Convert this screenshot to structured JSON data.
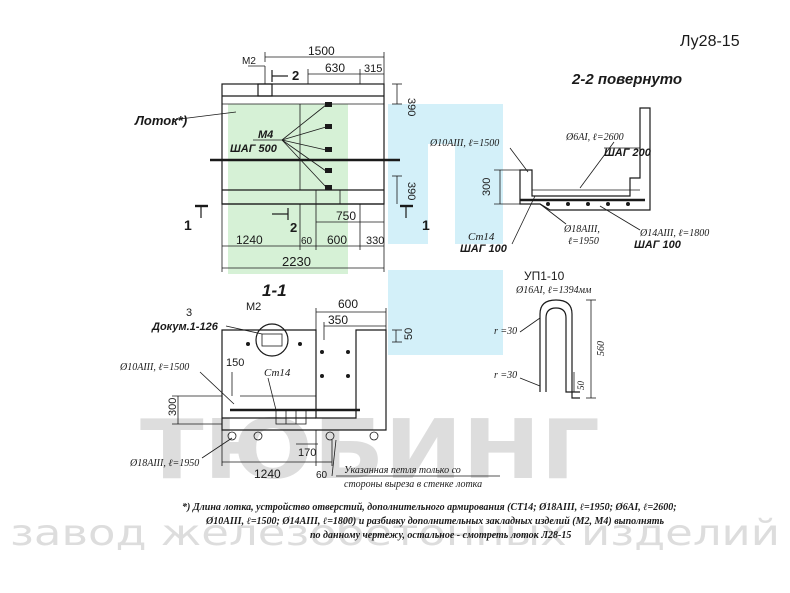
{
  "doc_code": "Лу28-15",
  "colors": {
    "ink": "#1a1a1a",
    "wm_green": "#c8ecc8",
    "wm_blue": "#c8ecf8",
    "wm_gray": "#d8d8d8"
  },
  "plan": {
    "label_m2": "М2",
    "label_m4": "М4",
    "label_step500": "ШАГ 500",
    "label_lotok": "Лоток*)",
    "dim_1500": "1500",
    "dim_630": "630",
    "dim_315": "315",
    "dim_390_top": "390",
    "dim_390_right": "390",
    "dim_750": "750",
    "dim_1240": "1240",
    "dim_60": "60",
    "dim_600": "600",
    "dim_330": "330",
    "dim_2230": "2230",
    "cut2_mark": "2",
    "cut1_mark": "1"
  },
  "section22": {
    "title": "2-2 повернуто",
    "bar_10": "Ø10АIII, ℓ=1500",
    "bar_6": "Ø6АI, ℓ=2600",
    "step_200": "ШАГ 200",
    "dim_300": "300",
    "bar_18": "Ø18АIII,",
    "bar_18_len": "ℓ=1950",
    "bar_14": "Ø14АIII, ℓ=1800",
    "step_100_right": "ШАГ 100",
    "st14": "Ст14",
    "step_100_left": "ШАГ 100"
  },
  "up": {
    "title": "УП1-10",
    "bar": "Ø16АI, ℓ=1394мм",
    "r1": "r =30",
    "r2": "r =30",
    "dim_560": "560",
    "dim_50": "50"
  },
  "section11": {
    "title": "1-1",
    "ref_num": "3",
    "ref_doc": "Докум.1-126",
    "label_m2": "М2",
    "dim_600": "600",
    "dim_350": "350",
    "dim_50": "50",
    "dim_150": "150",
    "bar_10": "Ø10АIII, ℓ=1500",
    "st14": "Ст14",
    "dim_300": "300",
    "bar_18": "Ø18АIII, ℓ=1950",
    "dim_170": "170",
    "dim_1240": "1240",
    "dim_60": "60",
    "note_loop_1": "Указанная петля только со",
    "note_loop_2": "стороны выреза в стенке лотка"
  },
  "footnote": {
    "line1": "*) Длина лотка, устройство отверстий, дополнительного армирования (СТ14; Ø18АIII, ℓ=1950; Ø6АI, ℓ=2600;",
    "line2": "Ø10АIII, ℓ=1500; Ø14АIII, ℓ=1800) и разбивку дополнительных закладных изделий (М2, М4) выполнять",
    "line3": "по данному чертежу, остальное - смотреть лоток Л28-15"
  },
  "watermark": {
    "brand": "ТЮБИНГ",
    "subtitle": "завод железобетонных изделий"
  }
}
